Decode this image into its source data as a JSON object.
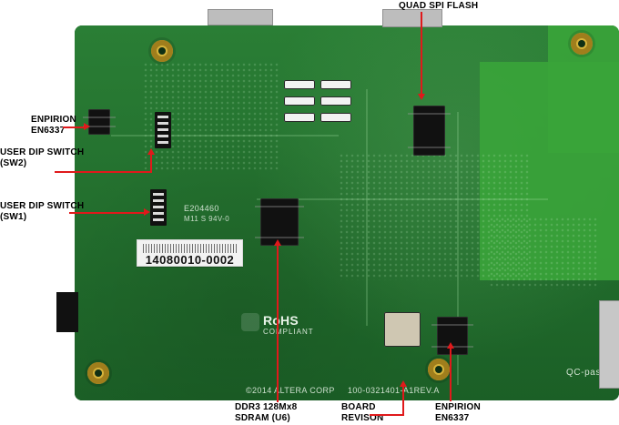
{
  "callouts": {
    "quad_spi_flash": "QUAD SPI FLASH",
    "enpirion_left": "ENPIRION\nEN6337",
    "user_dip_sw2": "USER DIP SWITCH\n(SW2)",
    "user_dip_sw1": "USER DIP SWITCH\n(SW1)",
    "ddr3": "DDR3 128Mx8\nSDRAM (U6)",
    "board_revision": "BOARD\nREVISON",
    "enpirion_right": "ENPIRION\nEN6337"
  },
  "board_text": {
    "sticker_number": "14080010-0002",
    "e_code": "E204460",
    "ul_code": "M11 S 94V-0",
    "rohs": "RoHS",
    "rohs_sub": "COMPLIANT",
    "copyright": "©2014 ALTERA CORP",
    "board_id": "100-0321401-A1REV.A",
    "qc": "QC-passed"
  }
}
